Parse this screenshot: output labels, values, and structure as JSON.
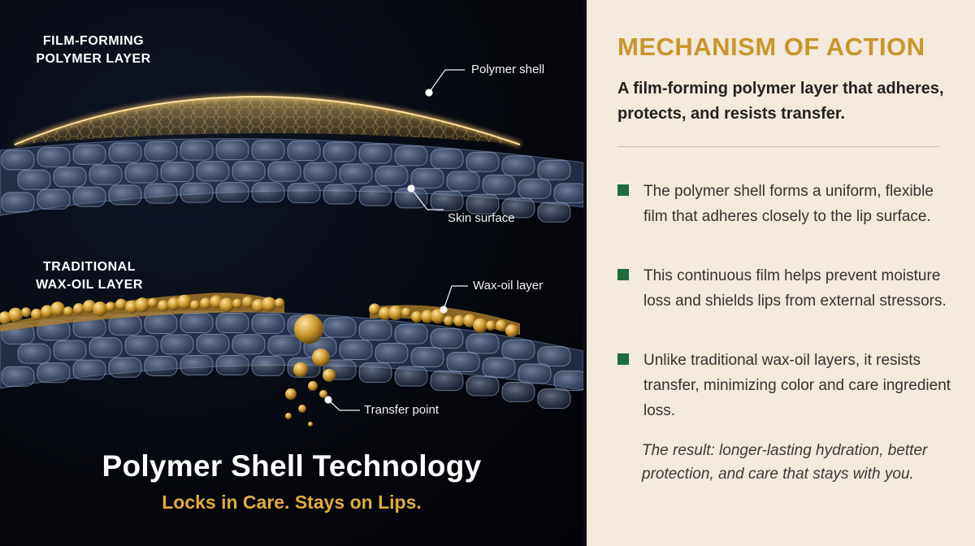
{
  "diagram": {
    "top_section": {
      "label_line1": "FILM-FORMING",
      "label_line2": "POLYMER LAYER"
    },
    "bottom_section": {
      "label_line1": "TRADITIONAL",
      "label_line2": "WAX-OIL LAYER"
    },
    "callouts": {
      "polymer_shell": "Polymer shell",
      "skin_surface": "Skin surface",
      "wax_oil_layer": "Wax-oil layer",
      "transfer_point": "Transfer point"
    },
    "title": "Polymer Shell Technology",
    "subtitle": "Locks in Care. Stays on Lips."
  },
  "mechanism": {
    "title": "MECHANISM OF ACTION",
    "lead": "A film-forming polymer layer that adheres, protects, and resists transfer.",
    "bullets": [
      "The polymer shell forms a uniform, flexible film that adheres closely to the lip surface.",
      "This continuous film helps prevent moisture loss and shields lips from external stressors.",
      "Unlike traditional wax-oil layers, it resists transfer, minimizing color and care ingredient loss."
    ],
    "result": "The result: longer-lasting hydration, better protection, and care that stays with you."
  },
  "colors": {
    "accent_gold": "#c9962c",
    "subtitle_gold": "#e0ab3c",
    "bullet_green": "#1f6b3c",
    "panel_cream": "#f3e9dc",
    "panel_dark": "#05070d",
    "skin_blue": "#5a7198"
  }
}
